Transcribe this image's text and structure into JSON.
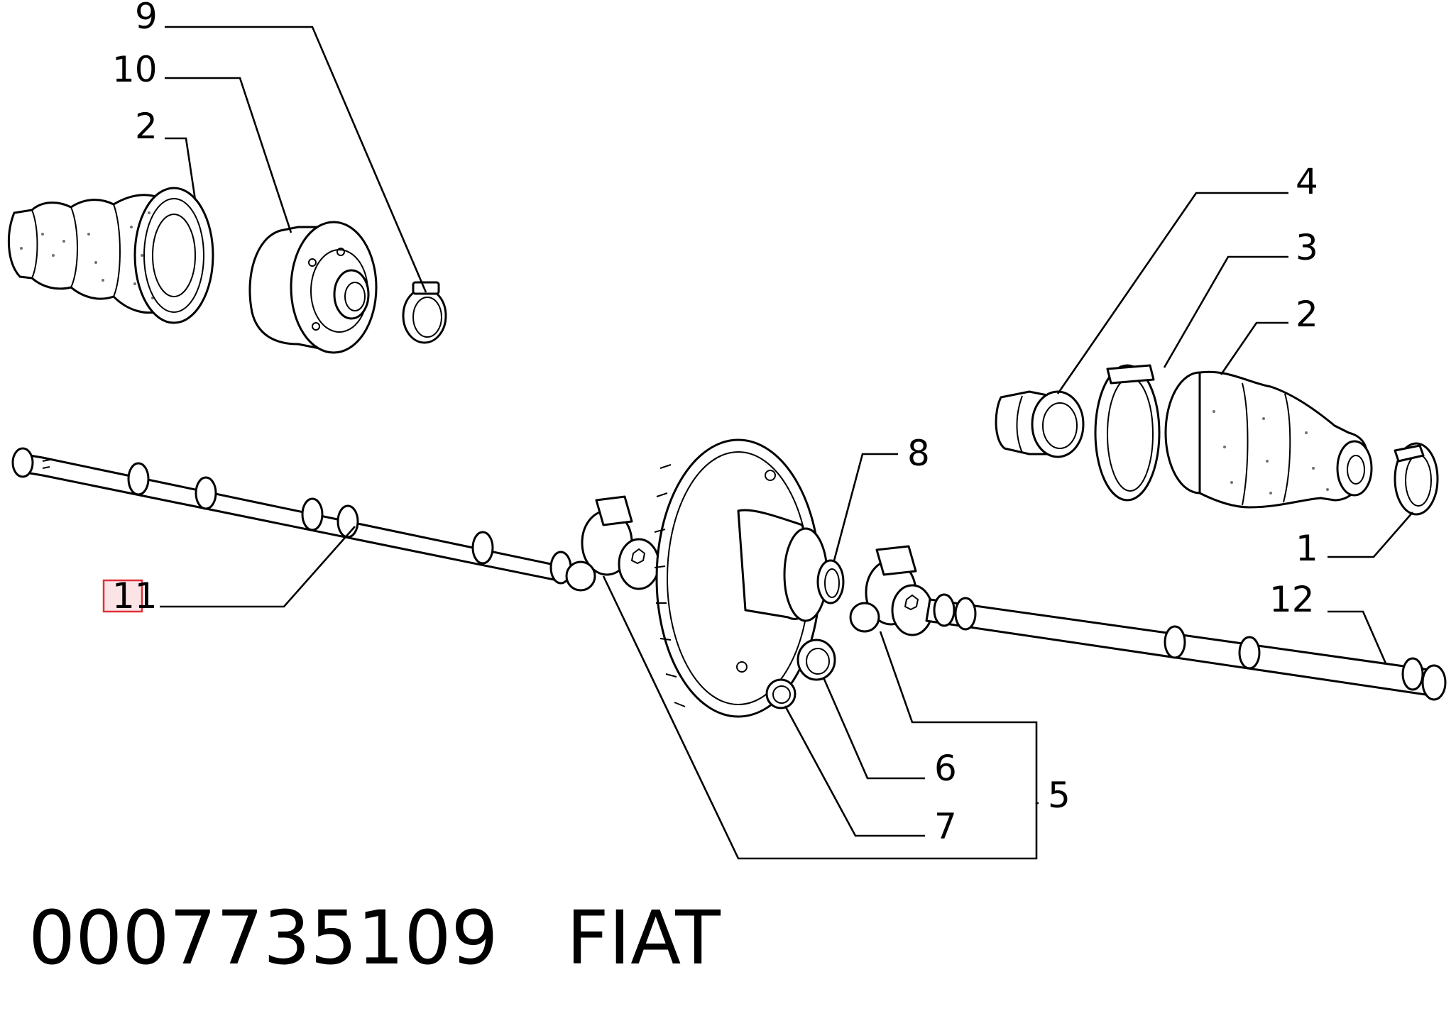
{
  "diagram": {
    "callouts": [
      {
        "id": "c9",
        "label": "9"
      },
      {
        "id": "c10",
        "label": "10"
      },
      {
        "id": "c2a",
        "label": "2"
      },
      {
        "id": "c4",
        "label": "4"
      },
      {
        "id": "c3",
        "label": "3"
      },
      {
        "id": "c2b",
        "label": "2"
      },
      {
        "id": "c8",
        "label": "8"
      },
      {
        "id": "c1",
        "label": "1"
      },
      {
        "id": "c12",
        "label": "12"
      },
      {
        "id": "c11",
        "label": "11",
        "highlighted": true
      },
      {
        "id": "c6",
        "label": "6"
      },
      {
        "id": "c5",
        "label": "5"
      },
      {
        "id": "c7",
        "label": "7"
      }
    ],
    "highlight_color": "#e0303a",
    "highlight_fill": "#fbe3e6"
  },
  "footer": {
    "part_number": "0007735109",
    "brand": "FIAT"
  }
}
